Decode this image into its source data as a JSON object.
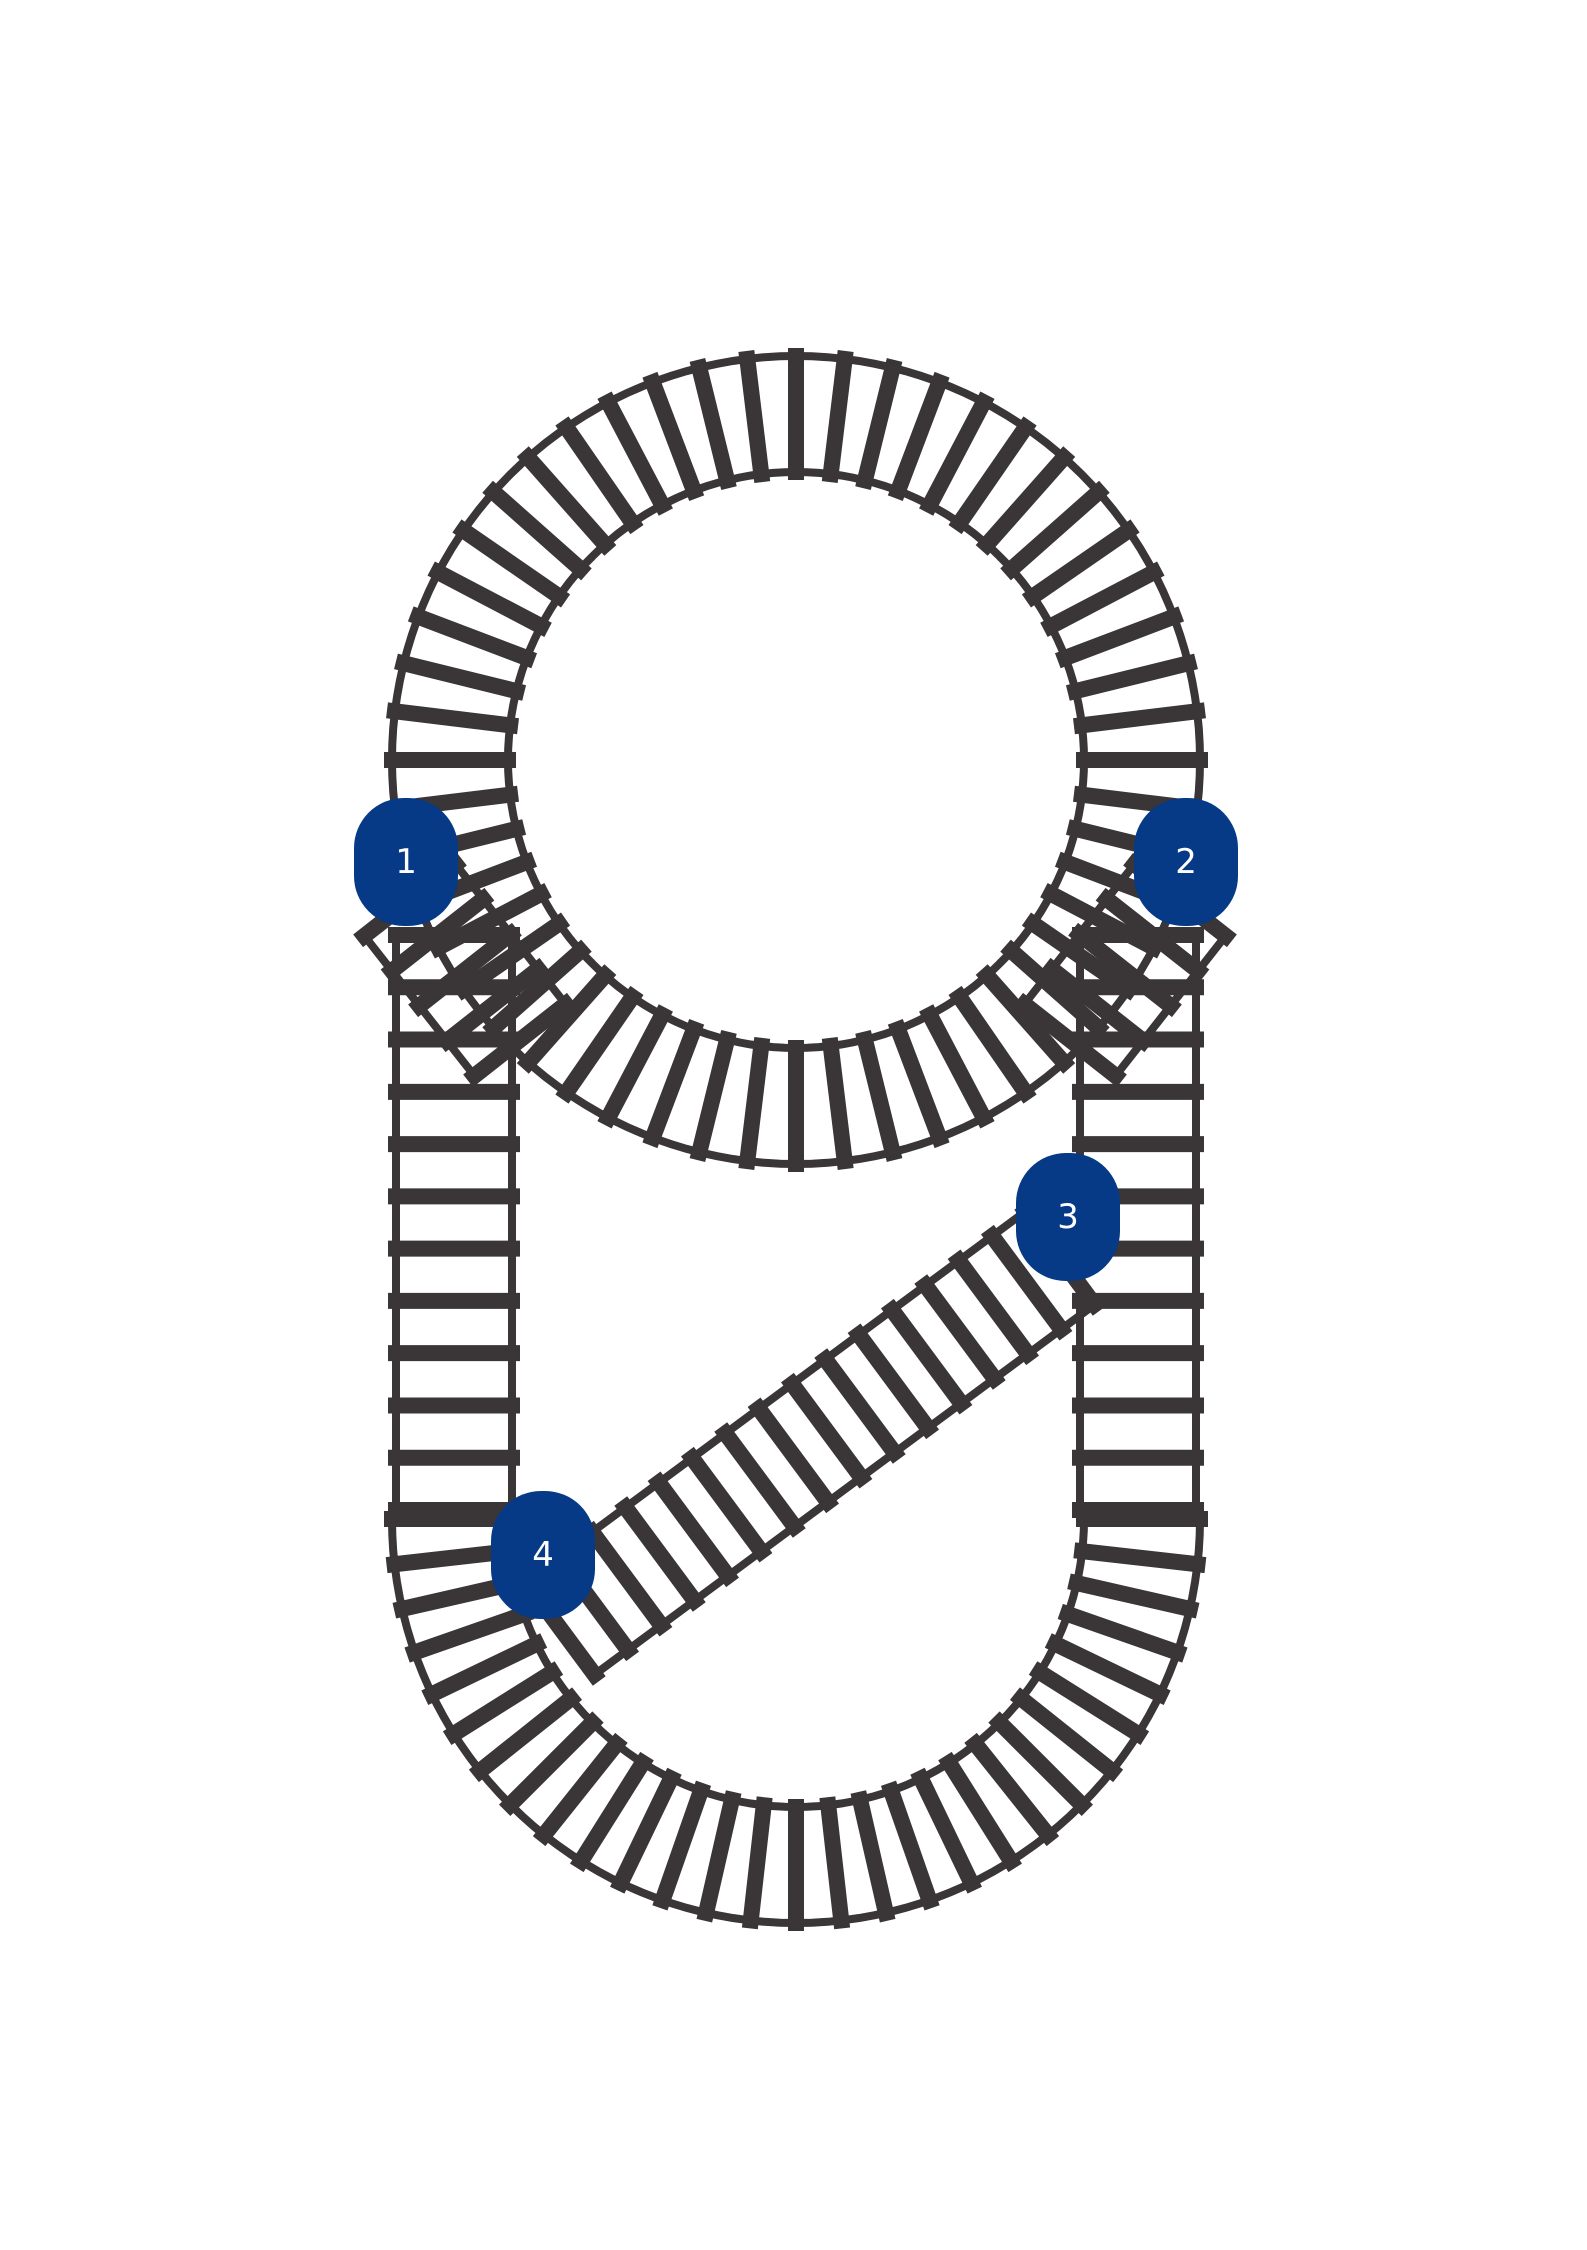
{
  "diagram": {
    "colors": {
      "track": "#3a3536",
      "marker": "#063a86",
      "marker_text": "#ffffff",
      "background": "#ffffff"
    },
    "markers": [
      {
        "id": "1",
        "label": "1"
      },
      {
        "id": "2",
        "label": "2"
      },
      {
        "id": "3",
        "label": "3"
      },
      {
        "id": "4",
        "label": "4"
      }
    ]
  }
}
